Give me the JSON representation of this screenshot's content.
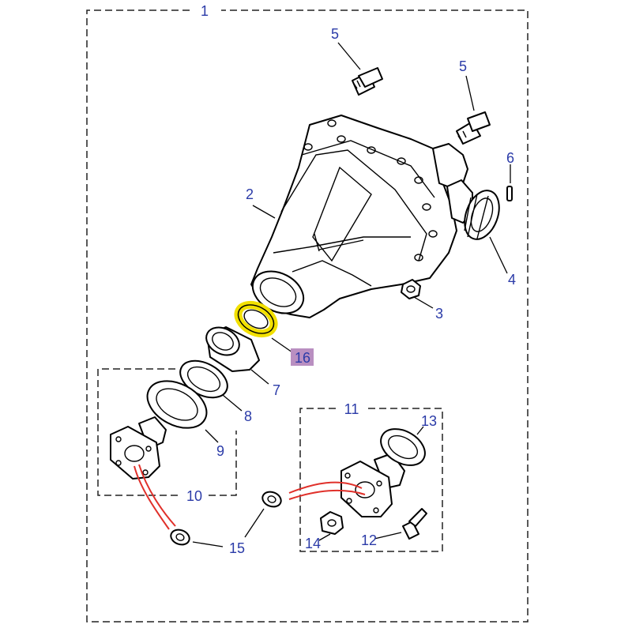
{
  "diagram": {
    "colors": {
      "callout_text": "#2b3ba8",
      "highlight_ring": "#f2e000",
      "highlight_badge": "#b98fc1",
      "wire": "#e0302a"
    },
    "callouts": [
      {
        "id": "c1",
        "label": "1"
      },
      {
        "id": "c2",
        "label": "2"
      },
      {
        "id": "c3",
        "label": "3"
      },
      {
        "id": "c4",
        "label": "4"
      },
      {
        "id": "c5a",
        "label": "5"
      },
      {
        "id": "c5b",
        "label": "5"
      },
      {
        "id": "c6",
        "label": "6"
      },
      {
        "id": "c7",
        "label": "7"
      },
      {
        "id": "c8",
        "label": "8"
      },
      {
        "id": "c9",
        "label": "9"
      },
      {
        "id": "c10",
        "label": "10"
      },
      {
        "id": "c11",
        "label": "11"
      },
      {
        "id": "c12",
        "label": "12"
      },
      {
        "id": "c13",
        "label": "13"
      },
      {
        "id": "c14",
        "label": "14"
      },
      {
        "id": "c15",
        "label": "15"
      },
      {
        "id": "c16",
        "label": "16",
        "highlighted": true
      }
    ]
  }
}
